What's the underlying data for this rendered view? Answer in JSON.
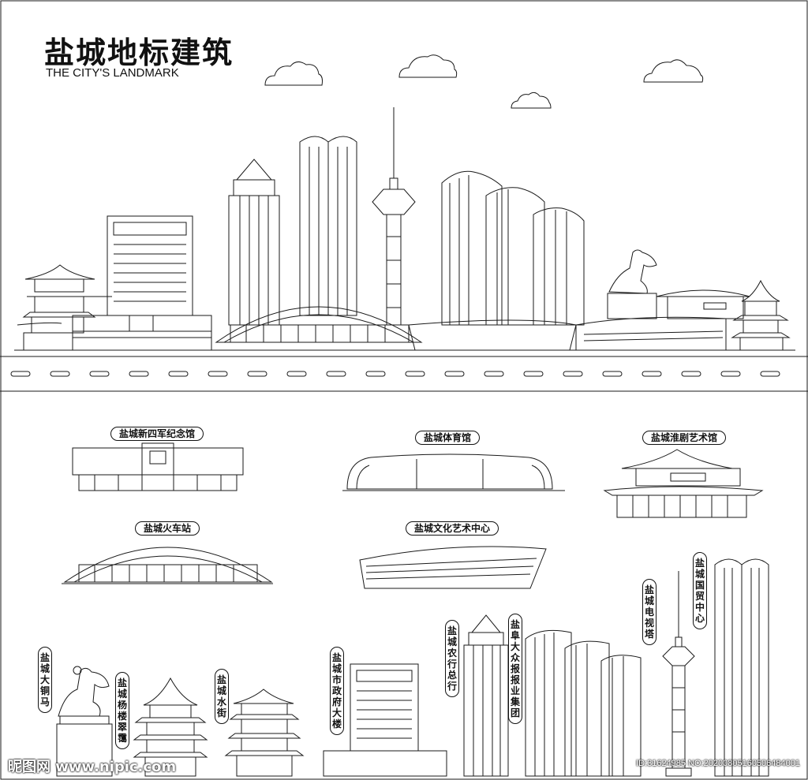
{
  "header": {
    "title": "盐城地标建筑",
    "subtitle": "THE CITY'S LANDMARK"
  },
  "labels": {
    "new_fourth_army": "盐城新四军纪念馆",
    "gymnasium": "盐城体育馆",
    "huai_opera": "盐城淮剧艺术馆",
    "railway_station": "盐城火车站",
    "culture_center": "盐城文化艺术中心",
    "international_trade": "盐城国贸中心",
    "tv_tower": "盐城电视塔",
    "bronze_horse": "盐城大铜马",
    "yang_tower": "盐城杨楼翠霭",
    "water_street": "盐城水街",
    "city_hall": "盐城市政府大楼",
    "agri_bank": "盐城农行总行",
    "newspaper_group": "盐阜大众报报业集团"
  },
  "watermark": {
    "left": "昵图网 www.nipic.com",
    "right": "ID:31624985 NO:20200805160506484001"
  },
  "colors": {
    "ink": "#1a1a1a",
    "background": "#ffffff"
  }
}
